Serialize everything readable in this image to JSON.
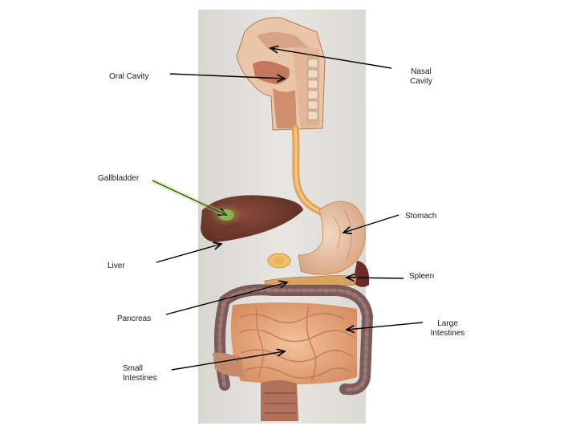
{
  "labels": {
    "oral_cavity": "Oral Cavity",
    "nasal_cavity": "Nasal\nCavity",
    "gallbladder": "Gallbladder",
    "stomach": "Stomach",
    "liver": "Liver",
    "spleen": "Spleen",
    "pancreas": "Pancreas",
    "large_intestines": "Large\nIntestines",
    "small_intestines": "Small\nIntestines"
  },
  "colors": {
    "background": "#ffffff",
    "photo_wall": "#e4e1dc",
    "arrow": "#000000",
    "highlight": "#a6e05a"
  },
  "image": "photograph of an anatomical model of the human digestive system with labeled arrows"
}
